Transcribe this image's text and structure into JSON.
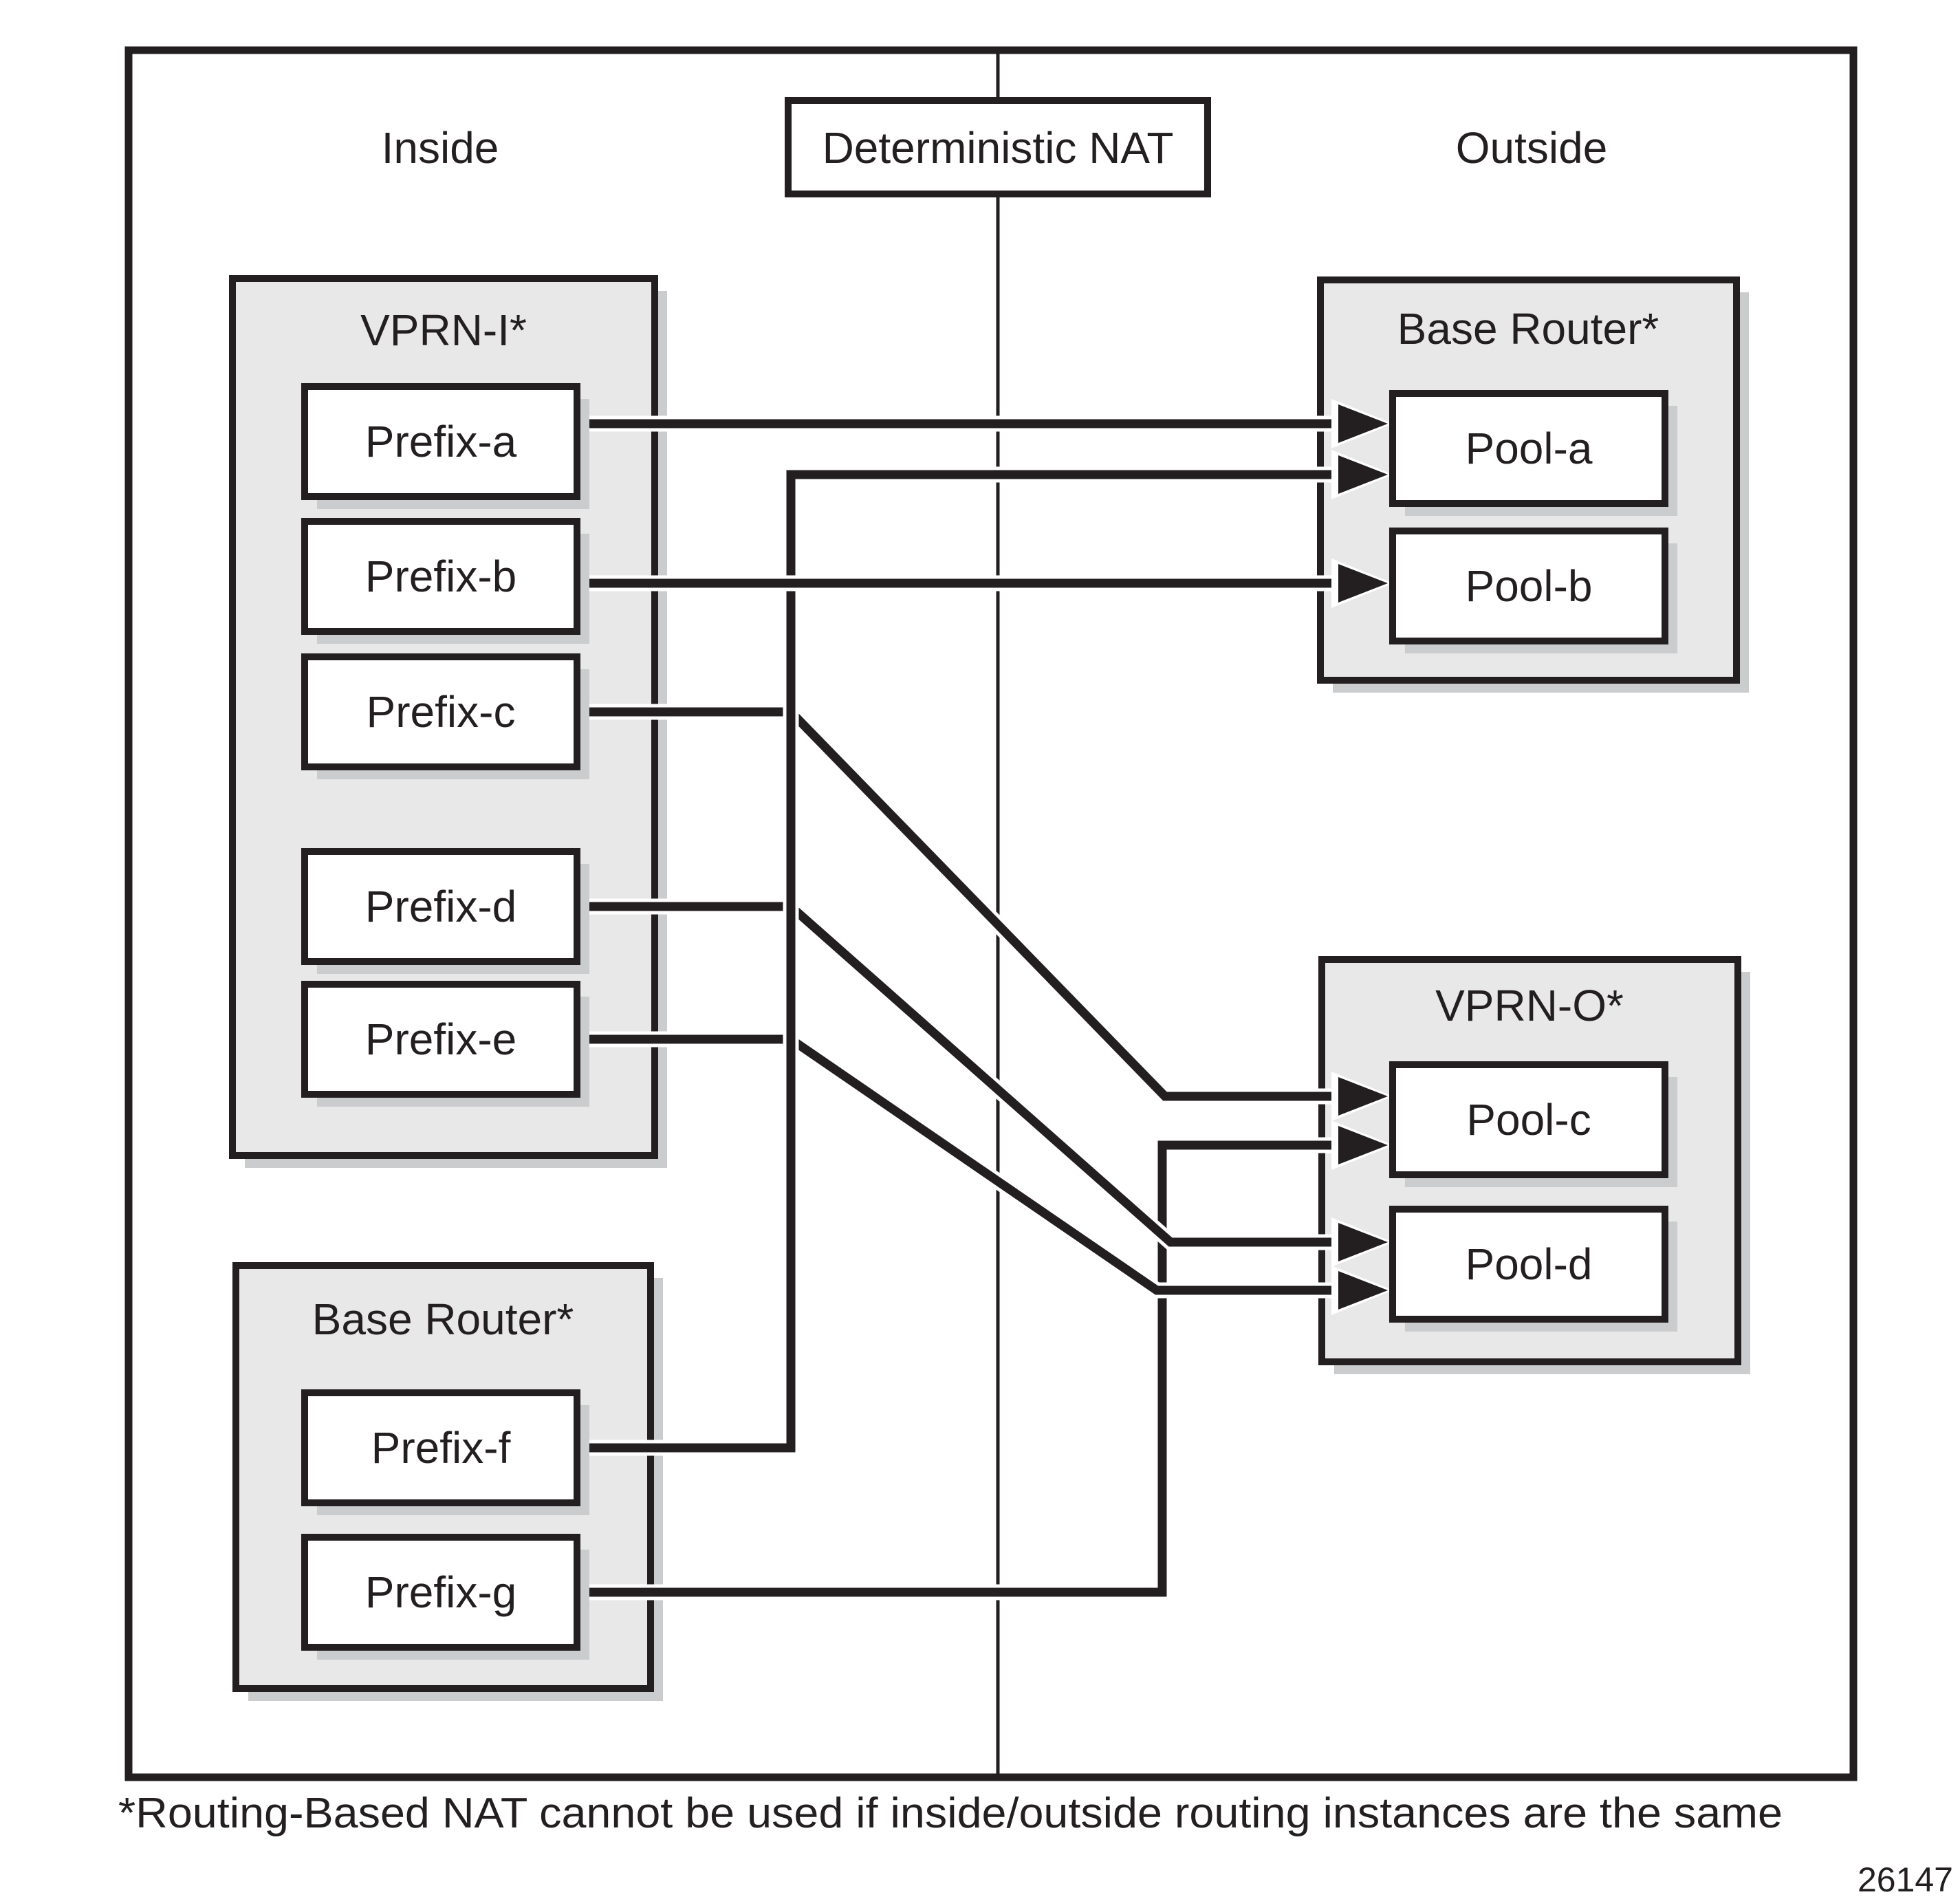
{
  "labels": {
    "inside": "Inside",
    "outside": "Outside",
    "nat": "Deterministic NAT",
    "footnote": "*Routing-Based NAT cannot be used if inside/outside routing instances are the same",
    "figure_number": "26147"
  },
  "containers": {
    "vprn_i": {
      "title": "VPRN-I*"
    },
    "base_router_inside": {
      "title": "Base Router*"
    },
    "base_router_outside": {
      "title": "Base Router*"
    },
    "vprn_o": {
      "title": "VPRN-O*"
    }
  },
  "nodes": {
    "prefix_a": "Prefix-a",
    "prefix_b": "Prefix-b",
    "prefix_c": "Prefix-c",
    "prefix_d": "Prefix-d",
    "prefix_e": "Prefix-e",
    "prefix_f": "Prefix-f",
    "prefix_g": "Prefix-g",
    "pool_a": "Pool-a",
    "pool_b": "Pool-b",
    "pool_c": "Pool-c",
    "pool_d": "Pool-d"
  },
  "connections": [
    {
      "from": "Prefix-a",
      "to": "Pool-a"
    },
    {
      "from": "Prefix-b",
      "to": "Pool-b"
    },
    {
      "from": "Prefix-c",
      "to": "Pool-c"
    },
    {
      "from": "Prefix-d",
      "to": "Pool-d"
    },
    {
      "from": "Prefix-e",
      "to": "Pool-d"
    },
    {
      "from": "Prefix-f",
      "to": "Pool-a"
    },
    {
      "from": "Prefix-g",
      "to": "Pool-c"
    }
  ],
  "colors": {
    "ink": "#231f20",
    "container_fill": "#e8e8e8",
    "shadow": "#cbccce",
    "background": "#ffffff"
  }
}
